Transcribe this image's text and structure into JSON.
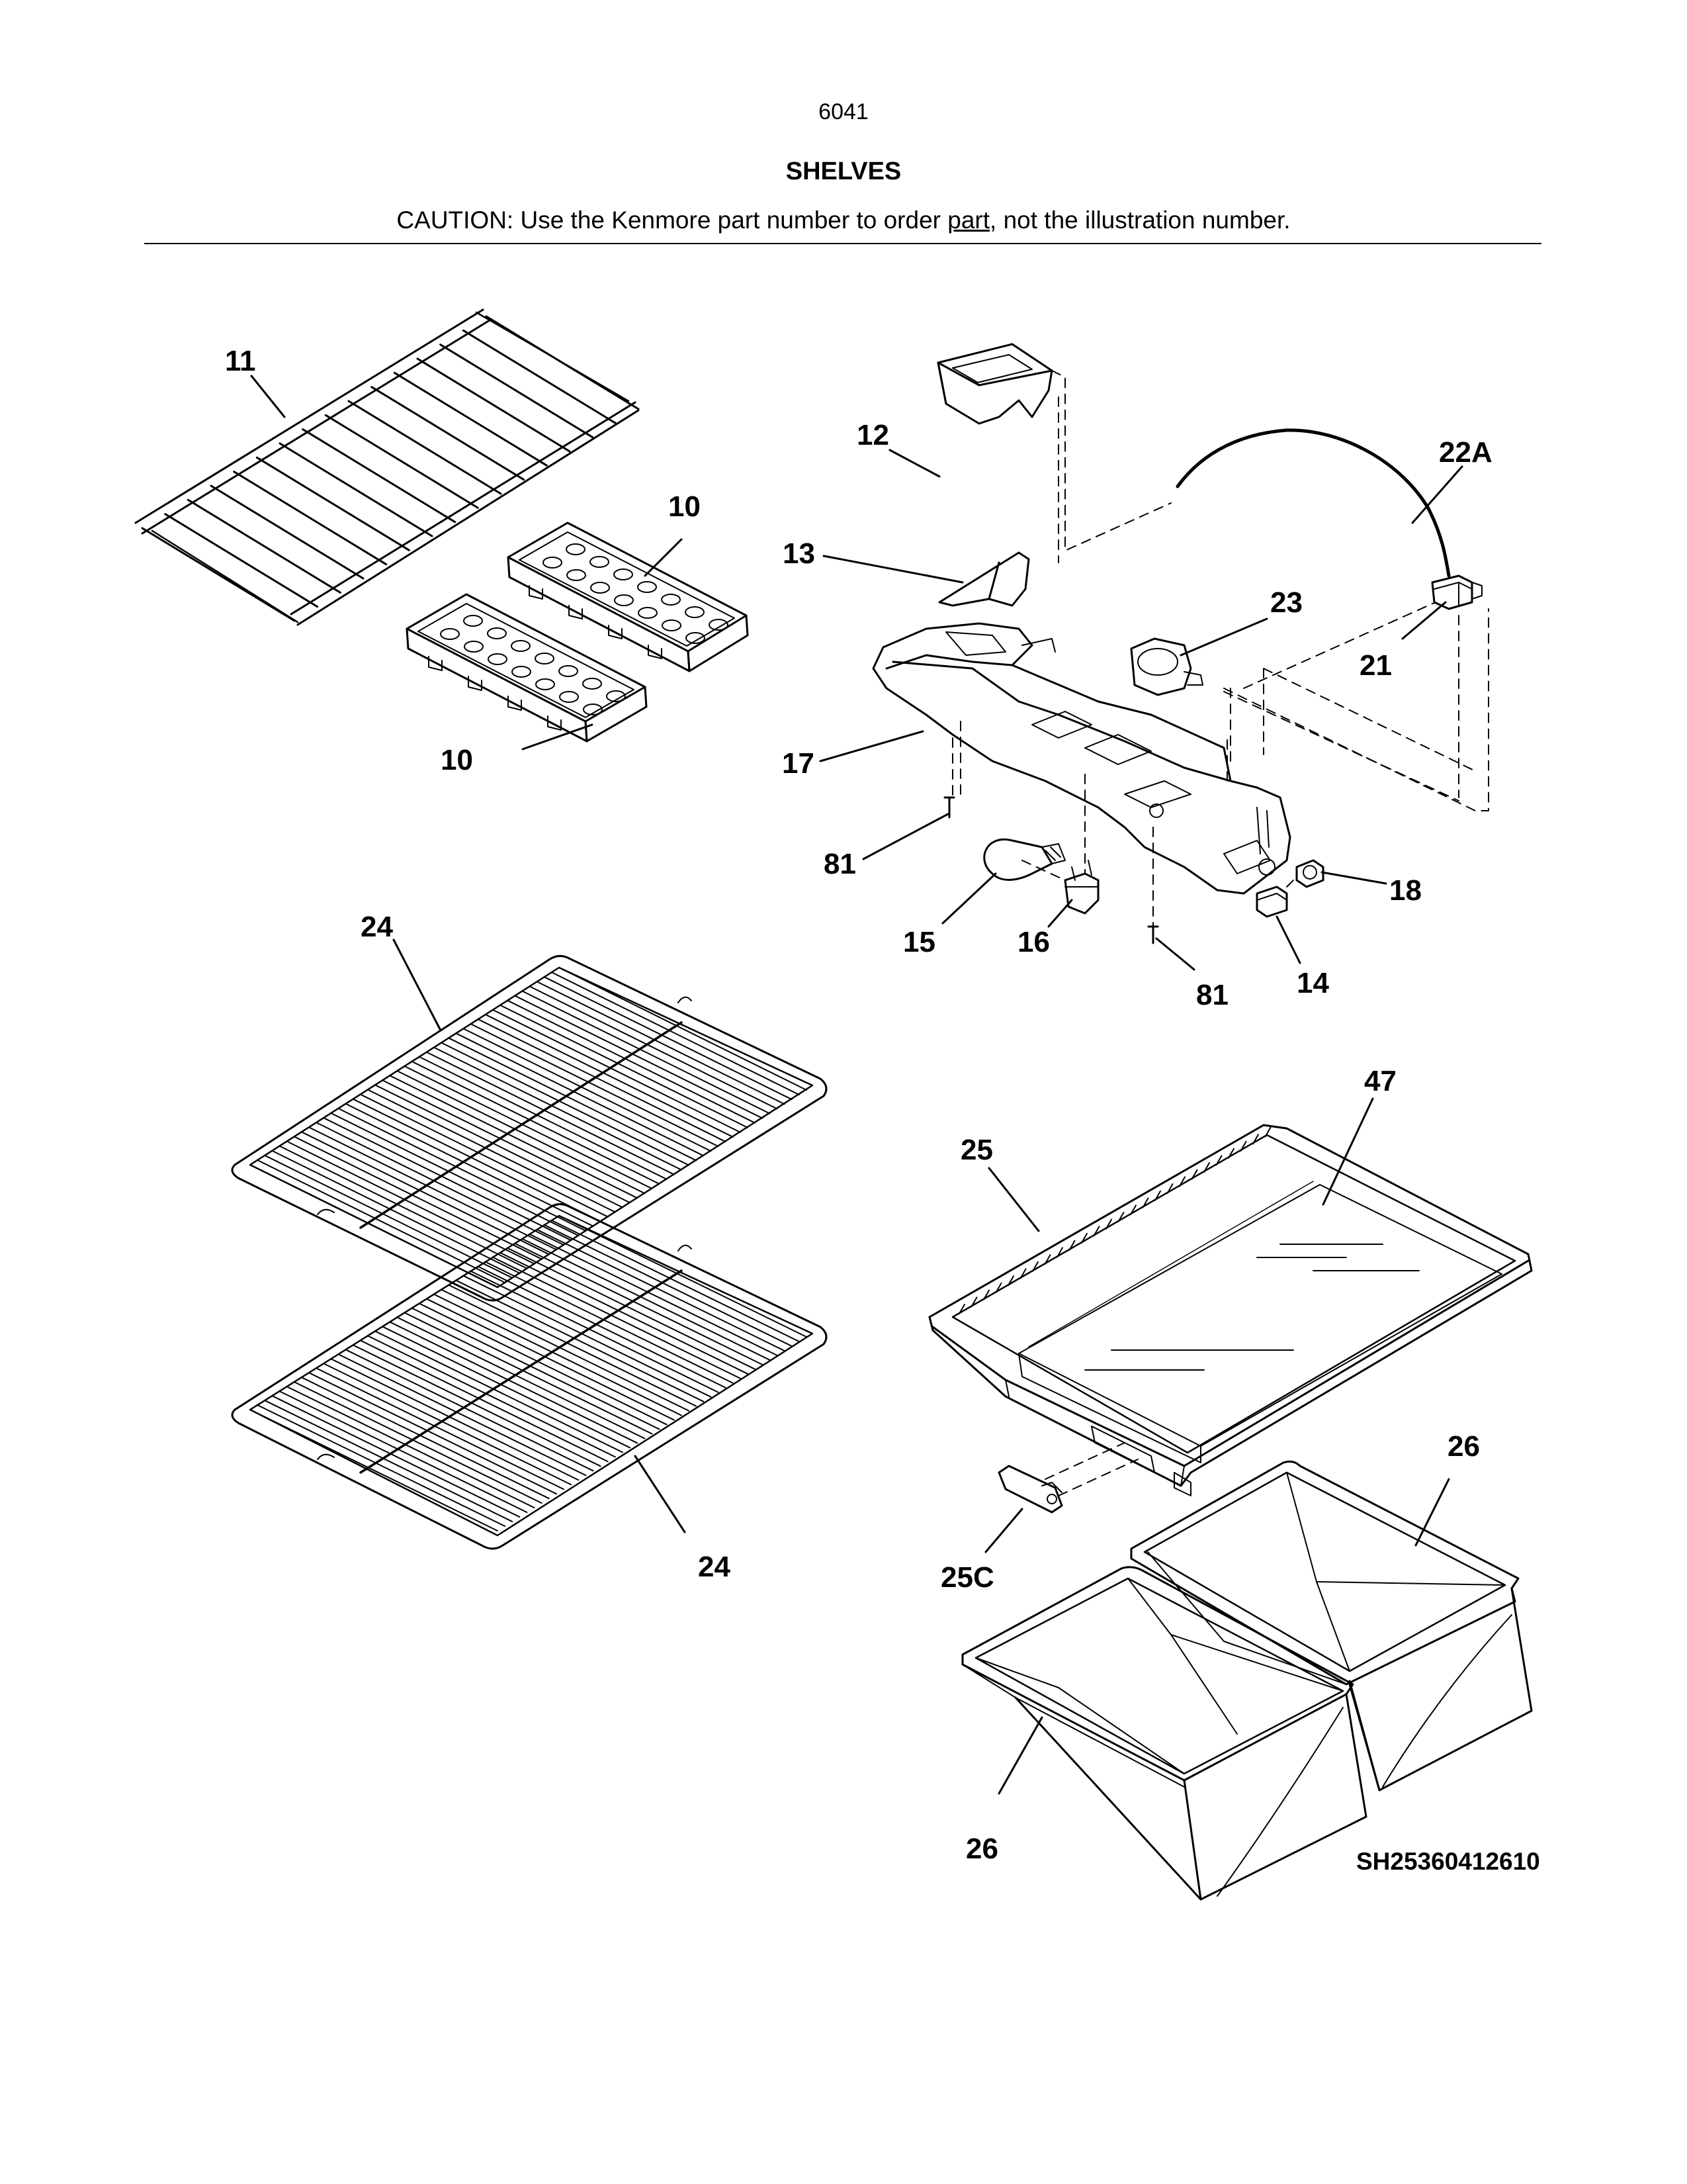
{
  "page_number": "6041",
  "title": "SHELVES",
  "caution": {
    "before": "CAUTION: Use the Kenmore part number to order ",
    "underlined": "part",
    "after": ", not the illustration number."
  },
  "callouts": {
    "c11": "11",
    "c10a": "10",
    "c10b": "10",
    "c12": "12",
    "c13": "13",
    "c22a": "22A",
    "c23": "23",
    "c21": "21",
    "c17": "17",
    "c81a": "81",
    "c18": "18",
    "c15": "15",
    "c16": "16",
    "c81b": "81",
    "c14": "14",
    "c24a": "24",
    "c24b": "24",
    "c47": "47",
    "c25": "25",
    "c26a": "26",
    "c25c": "25C",
    "c26b": "26"
  },
  "document_code": "SH25360412610"
}
